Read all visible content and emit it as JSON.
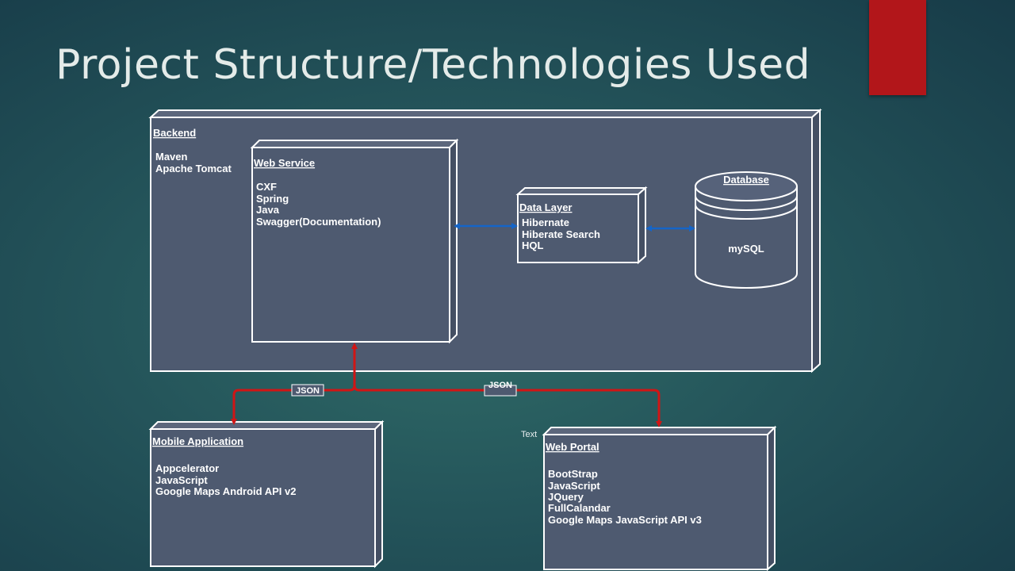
{
  "slide": {
    "title": "Project Structure/Technologies Used",
    "accent_color": "#b2161a"
  },
  "diagram": {
    "backend": {
      "title": "Backend",
      "items": [
        "Maven",
        "Apache Tomcat"
      ]
    },
    "web_service": {
      "title": "Web Service",
      "items": [
        "CXF",
        "Spring",
        "Java",
        "Swagger(Documentation)"
      ]
    },
    "data_layer": {
      "title": "Data Layer",
      "items": [
        "Hibernate",
        "Hiberate Search",
        "HQL"
      ]
    },
    "database": {
      "title": "Database",
      "items": [
        "mySQL"
      ]
    },
    "mobile_app": {
      "title": "Mobile Application",
      "items": [
        "Appcelerator",
        "JavaScript",
        "Google Maps Android API v2"
      ]
    },
    "web_portal": {
      "title": "Web Portal",
      "items": [
        "BootStrap",
        "JavaScript",
        "JQuery",
        "FullCalandar",
        "Google Maps JavaScript API v3"
      ]
    },
    "connectors": {
      "json_left": "JSON",
      "json_right": "JSON",
      "stray_text": "Text"
    },
    "colors": {
      "node_fill": "#4e5a70",
      "node_stroke": "#ffffff",
      "blue_arrow": "#1565c8",
      "red_arrow": "#d01515"
    }
  }
}
